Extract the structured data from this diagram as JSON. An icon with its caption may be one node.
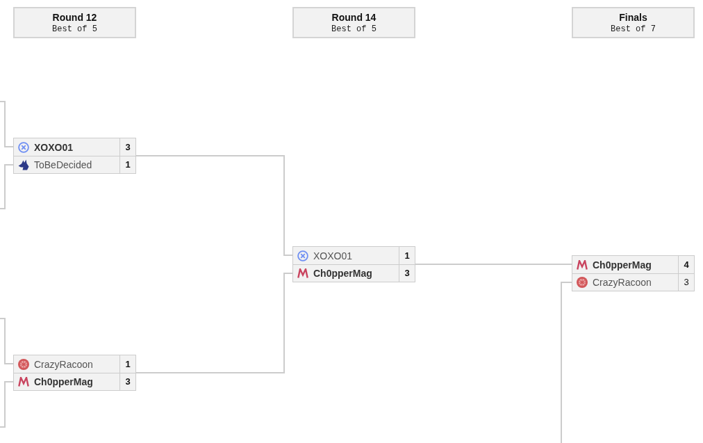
{
  "diagram": {
    "nodes": [
      {
        "text": [
          "Round 12",
          "Best of 5"
        ]
      },
      {
        "text": [
          "Round 14",
          "Best of 5"
        ]
      },
      {
        "text": [
          "Finals",
          "Best of 7"
        ]
      },
      {
        "text": [],
        "shape": "box"
      },
      {
        "text": [
          "XOXO01",
          "3"
        ],
        "in": 3
      },
      {
        "text": [
          "ToBeDecided",
          "1"
        ],
        "in": 3
      },
      {
        "text": [],
        "shape": "box"
      },
      {
        "text": [
          "XOXO01",
          "1"
        ],
        "in": 6
      },
      {
        "text": [
          "Ch0pperMag",
          "3"
        ],
        "in": 6
      },
      {
        "text": [],
        "shape": "box"
      },
      {
        "text": [
          "Ch0pperMag",
          "4"
        ],
        "in": 9
      },
      {
        "text": [
          "CrazyRacoon",
          "3"
        ],
        "in": 9
      },
      {
        "text": [],
        "shape": "box"
      },
      {
        "text": [
          "CrazyRacoon",
          "1"
        ],
        "in": 12
      },
      {
        "text": [
          "Ch0pperMag",
          "3"
        ],
        "in": 12
      }
    ],
    "edges": [
      {
        "from": null,
        "to": 4,
        "arrow": "none"
      },
      {
        "from": null,
        "to": 5,
        "arrow": "none"
      },
      {
        "from": 3,
        "to": 7,
        "arrow": "none"
      },
      {
        "from": null,
        "to": 13,
        "arrow": "none"
      },
      {
        "from": null,
        "to": 14,
        "arrow": "none"
      },
      {
        "from": 12,
        "to": 8,
        "arrow": "none"
      },
      {
        "from": 6,
        "to": 10,
        "arrow": "none"
      },
      {
        "from": null,
        "to": 11,
        "arrow": "none"
      }
    ]
  }
}
